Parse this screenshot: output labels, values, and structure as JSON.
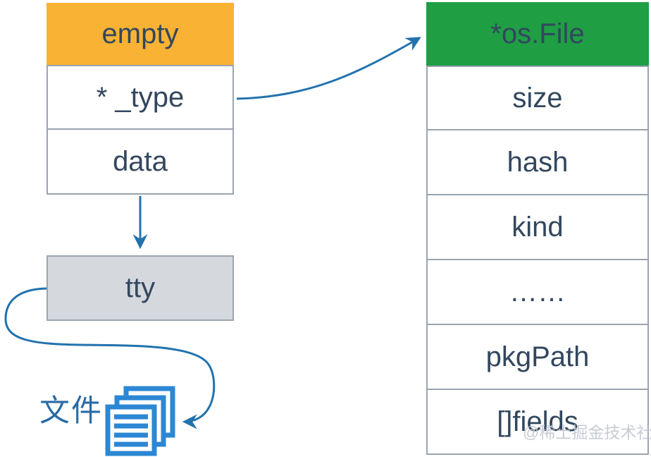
{
  "left_table": {
    "header": "empty",
    "rows": [
      "* _type",
      "data"
    ]
  },
  "right_table": {
    "header": "*os.File",
    "rows": [
      "size",
      "hash",
      "kind",
      "……",
      "pkgPath",
      "[]fields"
    ]
  },
  "tty_box": {
    "label": "tty"
  },
  "file_label": "文件",
  "watermark": "@稀土掘金技术社区",
  "icons": {
    "documents": "stacked-documents-icon"
  },
  "colors": {
    "empty_header": "#F9B233",
    "osfile_header": "#1F9E44",
    "cell_text": "#32475E",
    "arrow_blue": "#2272AE",
    "doc_icon_blue": "#2C87D4",
    "file_label_blue": "#2A6BA4",
    "tty_fill": "#D5D8DD",
    "border_gray": "#9AA3AF",
    "watermark_gray": "#C5CAD3"
  }
}
